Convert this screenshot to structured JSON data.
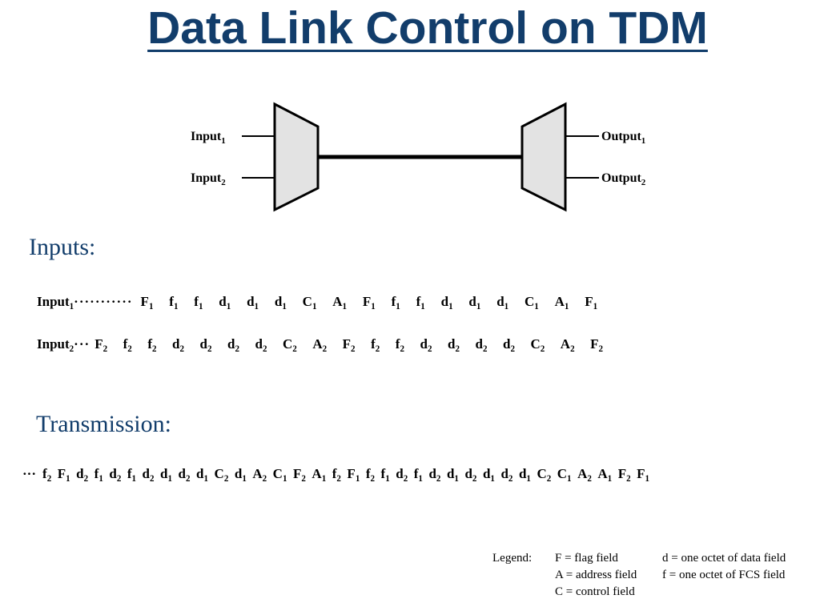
{
  "title": "Data Link Control on TDM",
  "diagram": {
    "inputs": [
      {
        "name": "Input",
        "sub": "1"
      },
      {
        "name": "Input",
        "sub": "2"
      }
    ],
    "outputs": [
      {
        "name": "Output",
        "sub": "1"
      },
      {
        "name": "Output",
        "sub": "2"
      }
    ]
  },
  "sections": {
    "inputs_label": "Inputs:",
    "transmission_label": "Transmission:"
  },
  "input1": {
    "label": "Input",
    "sub": "1",
    "tokens": [
      "F1",
      "f1",
      "f1",
      "d1",
      "d1",
      "d1",
      "C1",
      "A1",
      "F1",
      "f1",
      "f1",
      "d1",
      "d1",
      "d1",
      "C1",
      "A1",
      "F1"
    ]
  },
  "input2": {
    "label": "Input",
    "sub": "2",
    "tokens": [
      "F2",
      "f2",
      "f2",
      "d2",
      "d2",
      "d2",
      "d2",
      "C2",
      "A2",
      "F2",
      "f2",
      "f2",
      "d2",
      "d2",
      "d2",
      "d2",
      "C2",
      "A2",
      "F2"
    ]
  },
  "transmission": {
    "tokens": [
      "f2",
      "F1",
      "d2",
      "f1",
      "d2",
      "f1",
      "d2",
      "d1",
      "d2",
      "d1",
      "C2",
      "d1",
      "A2",
      "C1",
      "F2",
      "A1",
      "f2",
      "F1",
      "f2",
      "f1",
      "d2",
      "f1",
      "d2",
      "d1",
      "d2",
      "d1",
      "d2",
      "d1",
      "C2",
      "C1",
      "A2",
      "A1",
      "F2",
      "F1"
    ]
  },
  "legend": {
    "label": "Legend:",
    "col1": [
      "F = flag field",
      "A = address field",
      "C = control field"
    ],
    "col2": [
      "d = one octet of data field",
      "f = one octet of FCS field"
    ]
  },
  "colors": {
    "title": "#123d6b",
    "section": "#123d6b",
    "mux_fill": "#e3e3e3"
  }
}
